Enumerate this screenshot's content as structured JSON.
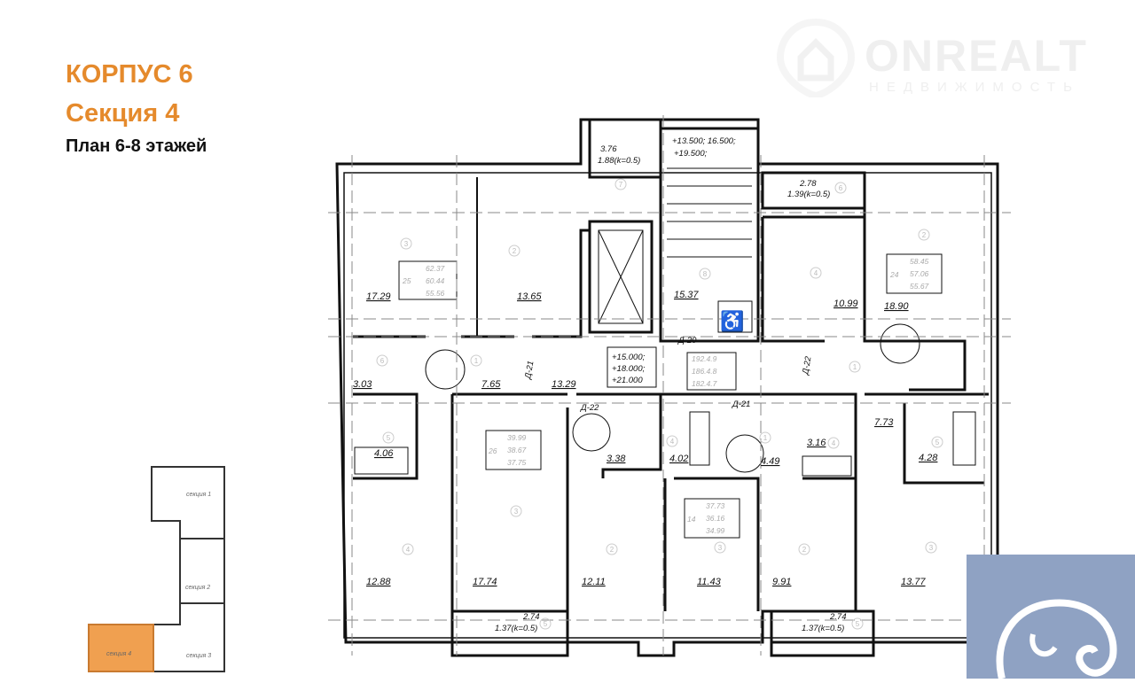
{
  "header": {
    "building": "КОРПУС 6",
    "section": "Секция 4",
    "plan": "План 6-8 этажей"
  },
  "watermark": {
    "brand": "ONREALT",
    "subtitle": "НЕДВИЖИМОСТЬ"
  },
  "colors": {
    "accent": "#e58a2c",
    "highlight_section": "#f0a050",
    "logo_bg": "#8fa2c3"
  },
  "plan": {
    "areas": [
      "17.29",
      "13.65",
      "3.03",
      "7.65",
      "13.29",
      "15.37",
      "10.99",
      "18.90",
      "4.06",
      "12.88",
      "17.74",
      "12.11",
      "3.38",
      "4.02",
      "11.43",
      "4.49",
      "3.16",
      "9.91",
      "7.73",
      "4.28",
      "13.77"
    ],
    "balconies": [
      {
        "area": "3.76",
        "reduced": "1.88(k=0.5)"
      },
      {
        "area": "2.78",
        "reduced": "1.39(k=0.5)"
      },
      {
        "area": "2.74",
        "reduced": "1.37(k=0.5)"
      },
      {
        "area": "2.74",
        "reduced": "1.37(k=0.5)"
      }
    ],
    "stair_levels": [
      "+13.500; 16.500;",
      "+19.500;"
    ],
    "elevator_levels": [
      "+15.000;",
      "+18.000;",
      "+21.000"
    ],
    "shaft_table": [
      "192.4.9",
      "186.4.8",
      "182.4.7"
    ],
    "apartments": [
      {
        "no": "25",
        "areas": [
          "62.37",
          "60.44",
          "55.56"
        ]
      },
      {
        "no": "24",
        "areas": [
          "58.45",
          "57.06",
          "55.67"
        ]
      },
      {
        "no": "26",
        "areas": [
          "39.99",
          "38.67",
          "37.75"
        ]
      },
      {
        "no": "14",
        "areas": [
          "37.73",
          "36.16",
          "34.99"
        ]
      }
    ],
    "doors": [
      "Д-21",
      "Д-20",
      "Д-22",
      "Д-21",
      "Д-22"
    ],
    "room_numbers": [
      "3",
      "2",
      "6",
      "1",
      "7",
      "8",
      "6",
      "4",
      "2",
      "1",
      "5",
      "4",
      "3",
      "2",
      "4",
      "1",
      "4",
      "3",
      "2",
      "5",
      "3",
      "5",
      "5"
    ]
  },
  "minimap": {
    "sections": [
      "секция 1",
      "секция 2",
      "секция 3",
      "секция 4"
    ]
  }
}
